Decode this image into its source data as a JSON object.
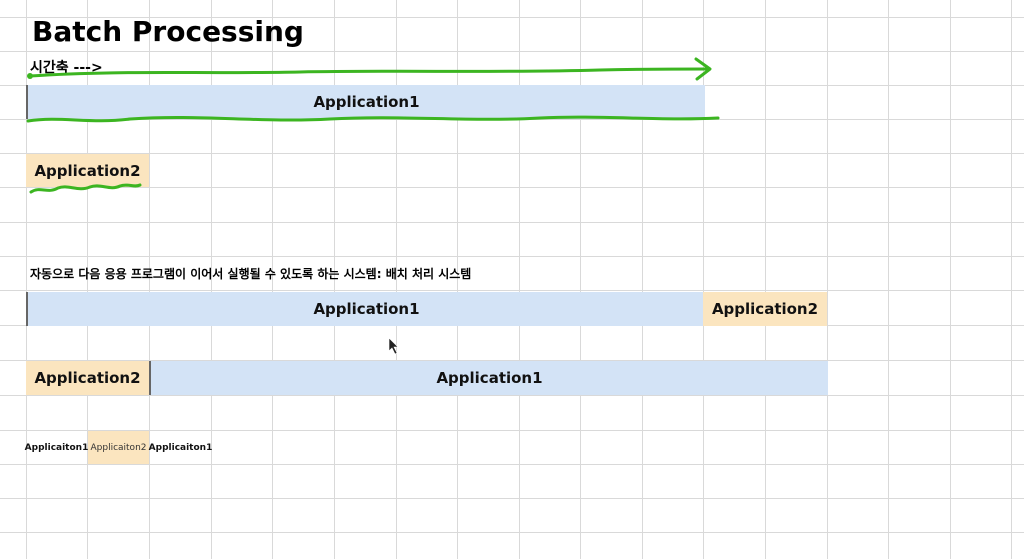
{
  "title": "Batch Processing",
  "time_axis_label": "시간축 --->",
  "row1": {
    "app1": "Application1",
    "app2": "Application2"
  },
  "description": "자동으로 다음 응용 프로그램이 이어서 실행될 수 있도록 하는 시스템: 배치 처리 시스템",
  "row2": {
    "app1": "Application1",
    "app2": "Application2"
  },
  "row3": {
    "app2": "Application2",
    "app1": "Application1"
  },
  "row4": {
    "c1": "Applicaiton1",
    "c2": "Applicaiton2",
    "c3": "Applicaiton1"
  },
  "colors": {
    "blue_fill": "#d3e3f6",
    "orange_fill": "#fbe5bf",
    "annotation_green": "#3cb521"
  }
}
